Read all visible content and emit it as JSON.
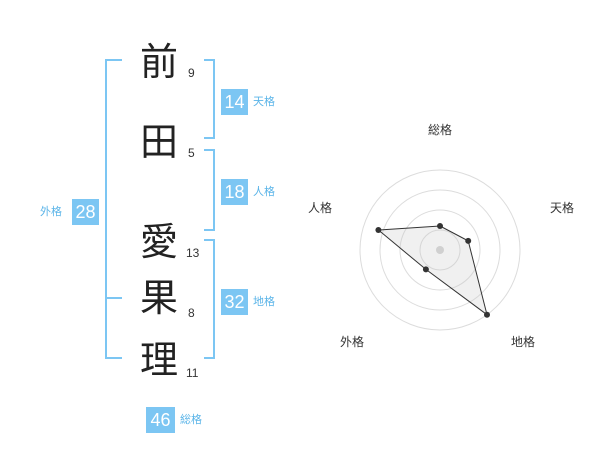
{
  "name": {
    "surname": [
      {
        "char": "前",
        "strokes": "9"
      },
      {
        "char": "田",
        "strokes": "5"
      }
    ],
    "given": [
      {
        "char": "愛",
        "strokes": "13"
      },
      {
        "char": "果",
        "strokes": "8"
      },
      {
        "char": "理",
        "strokes": "11"
      }
    ]
  },
  "fortunes": {
    "tenkaku": {
      "value": "14",
      "label": "天格"
    },
    "jinkaku": {
      "value": "18",
      "label": "人格"
    },
    "chikaku": {
      "value": "32",
      "label": "地格"
    },
    "gaikaku": {
      "value": "28",
      "label": "外格"
    },
    "soukaku": {
      "value": "46",
      "label": "総格"
    }
  },
  "colors": {
    "accent": "#7cc6f3",
    "bracket": "#7cc6f3",
    "label": "#5ab4e8",
    "text": "#222222"
  },
  "chart_data": {
    "type": "radar",
    "axes": [
      "総格",
      "天格",
      "地格",
      "外格",
      "人格"
    ],
    "values": [
      0.3,
      0.37,
      1.0,
      0.3,
      0.81
    ],
    "rings": 4,
    "center_marker": true
  }
}
